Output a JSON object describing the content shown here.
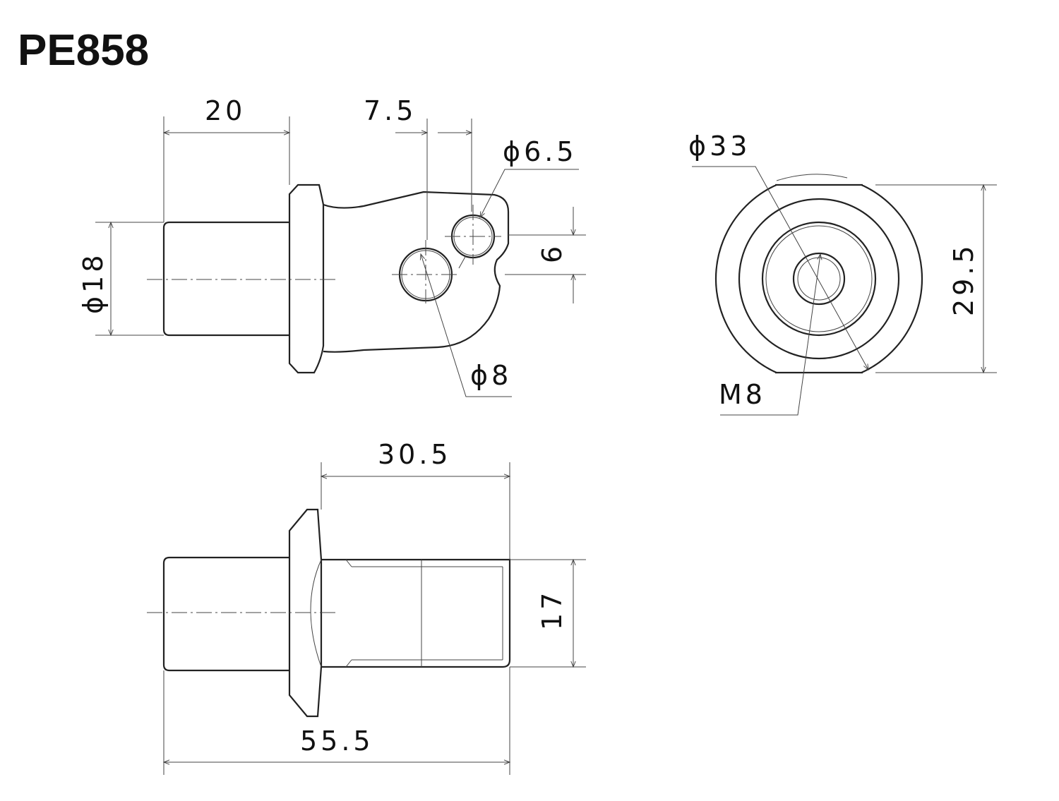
{
  "title": "PE858",
  "side_view": {
    "dim_shaft_length": "20",
    "dim_hole_offset": "7.5",
    "dim_small_hole": "ϕ6.5",
    "dim_shaft_diameter": "ϕ18",
    "dim_hole_vertical": "6",
    "dim_large_hole": "ϕ8"
  },
  "end_view": {
    "dim_outer_diameter": "ϕ33",
    "dim_flat_height": "29.5",
    "dim_thread": "M8"
  },
  "top_view": {
    "dim_body_length": "30.5",
    "dim_body_height": "17",
    "dim_total_length": "55.5"
  }
}
